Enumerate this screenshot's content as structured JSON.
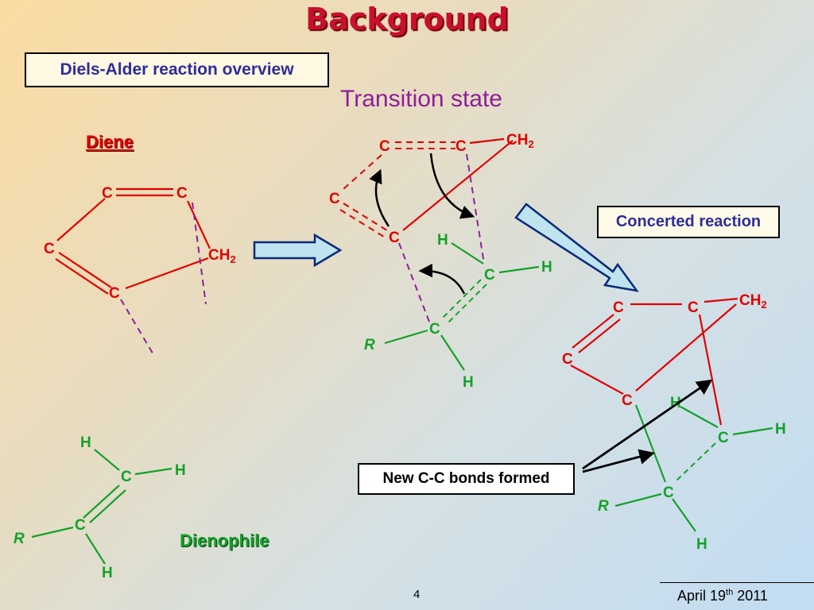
{
  "slide": {
    "title": "Background",
    "subtitle_box": "Diels-Alder reaction overview",
    "transition_state_label": "Transition state",
    "diene_label": "Diene",
    "dienophile_label": "Dienophile",
    "concerted_label": "Concerted reaction",
    "new_bonds_label": "New C-C bonds formed",
    "slide_number": "4",
    "date_prefix": "April 19",
    "date_suffix": "th",
    "date_year": " 2011"
  },
  "atoms": {
    "carbon": "C",
    "hydrogen": "H",
    "r_group": "R",
    "ch2_base": "CH",
    "ch2_sub": "2"
  },
  "colors": {
    "diene": "#e10000",
    "dienophile": "#13a12a",
    "forming_bond": "#8f1e9a",
    "arrow_fill": "#bfe3ef"
  }
}
